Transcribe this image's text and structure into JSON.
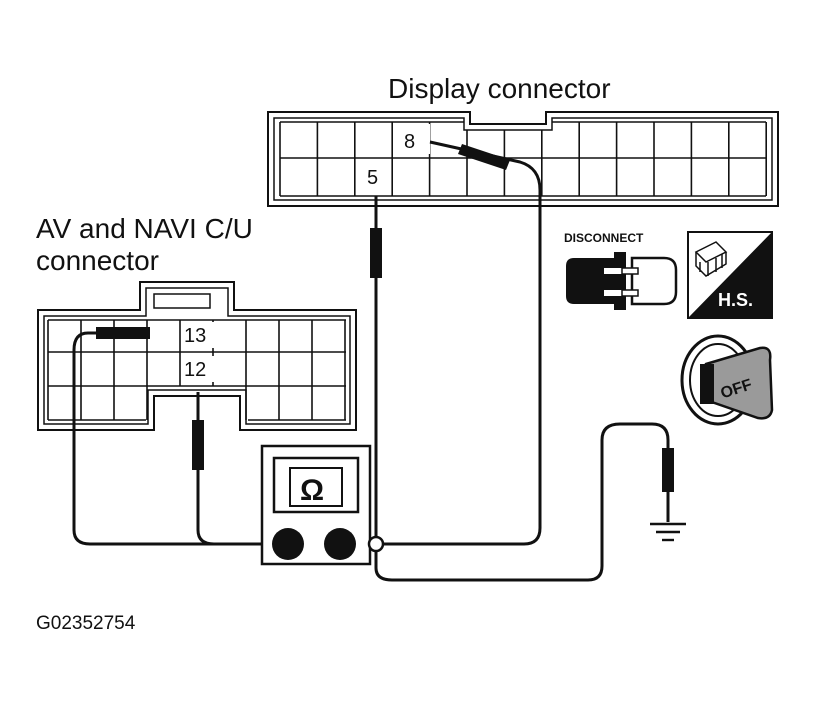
{
  "labels": {
    "display_connector": "Display connector",
    "av_navi_line1": "AV and NAVI C/U",
    "av_navi_line2": "connector",
    "figure_id": "G02352754",
    "disconnect": "DISCONNECT",
    "hs": "H.S.",
    "off": "OFF",
    "ohm": "Ω"
  },
  "pins": {
    "display_pin_a": "8",
    "display_pin_b": "5",
    "av_pin_a": "13",
    "av_pin_b": "12"
  },
  "colors": {
    "line": "#111111",
    "background": "#ffffff",
    "gray": "#9a9a9a"
  },
  "icons": [
    "disconnect-icon",
    "hs-icon",
    "ignition-key-icon",
    "ohmmeter-icon",
    "ground-icon"
  ]
}
